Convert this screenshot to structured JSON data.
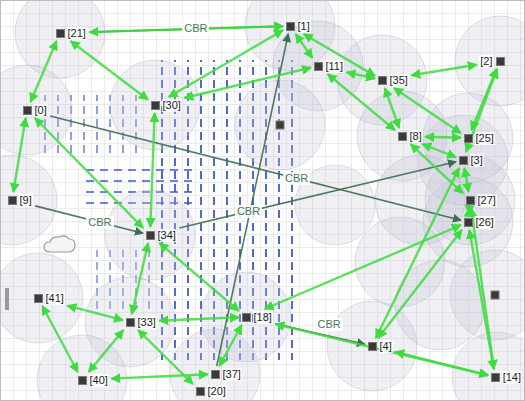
{
  "diagram": {
    "nodes": [
      {
        "text": [
          "[21]"
        ]
      },
      {
        "text": [
          "[1]"
        ]
      },
      {
        "text": [
          "[2]"
        ]
      },
      {
        "text": [
          "[0]"
        ]
      },
      {
        "text": [
          "[9]"
        ]
      },
      {
        "text": [
          "[34]"
        ]
      },
      {
        "text": [
          "[41]"
        ]
      },
      {
        "text": [
          "[33]"
        ]
      },
      {
        "text": [
          "[40]"
        ]
      },
      {
        "text": [
          "[37]"
        ]
      },
      {
        "text": [
          "[20]"
        ]
      },
      {
        "text": [
          "[18]"
        ]
      },
      {
        "text": [
          "[4]"
        ]
      },
      {
        "text": [
          "[14]"
        ]
      },
      {
        "text": [
          "[26]"
        ]
      },
      {
        "text": [
          "[27]"
        ]
      },
      {
        "text": [
          "[3]"
        ]
      },
      {
        "text": [
          "[25]"
        ]
      },
      {
        "text": [
          "[35]"
        ]
      },
      {
        "text": [
          "[11]"
        ]
      },
      {
        "text": [
          "[30]"
        ]
      },
      {
        "text": [
          "[8]"
        ]
      }
    ],
    "edges": [
      {
        "from": 0,
        "to": 1,
        "label": "CBR",
        "arrow": "to"
      },
      {
        "from": 4,
        "to": 5,
        "label": "CBR",
        "arrow": "to"
      },
      {
        "from": 3,
        "to": 14,
        "label": "CBR",
        "arrow": "to"
      },
      {
        "from": 5,
        "to": 16,
        "label": "CBR",
        "arrow": "to"
      },
      {
        "from": 11,
        "to": 12,
        "label": "CBR",
        "arrow": "to"
      },
      {
        "from": 9,
        "to": 1,
        "arrow": "to"
      },
      {
        "from": 0,
        "to": 3,
        "arrow": "both"
      },
      {
        "from": 0,
        "to": 20,
        "arrow": "both"
      },
      {
        "from": 0,
        "to": 1,
        "arrow": "both"
      },
      {
        "from": 1,
        "to": 19,
        "arrow": "both"
      },
      {
        "from": 1,
        "to": 18,
        "arrow": "both"
      },
      {
        "from": 19,
        "to": 18,
        "arrow": "both"
      },
      {
        "from": 1,
        "to": 20,
        "arrow": "both"
      },
      {
        "from": 18,
        "to": 2,
        "arrow": "both"
      },
      {
        "from": 18,
        "to": 17,
        "arrow": "both"
      },
      {
        "from": 2,
        "to": 17,
        "arrow": "both"
      },
      {
        "from": 2,
        "to": 16,
        "arrow": "both"
      },
      {
        "from": 17,
        "to": 21,
        "arrow": "both"
      },
      {
        "from": 21,
        "to": 16,
        "arrow": "both"
      },
      {
        "from": 16,
        "to": 15,
        "arrow": "both"
      },
      {
        "from": 15,
        "to": 14,
        "arrow": "both"
      },
      {
        "from": 14,
        "to": 13,
        "arrow": "both"
      },
      {
        "from": 18,
        "to": 21,
        "arrow": "both"
      },
      {
        "from": 19,
        "to": 21,
        "arrow": "both"
      },
      {
        "from": 21,
        "to": 15,
        "arrow": "both"
      },
      {
        "from": 14,
        "to": 12,
        "arrow": "both"
      },
      {
        "from": 12,
        "to": 13,
        "arrow": "both"
      },
      {
        "from": 13,
        "to": 11,
        "arrow": "both"
      },
      {
        "from": 11,
        "to": 7,
        "arrow": "both"
      },
      {
        "from": 7,
        "to": 6,
        "arrow": "both"
      },
      {
        "from": 7,
        "to": 8,
        "arrow": "both"
      },
      {
        "from": 7,
        "to": 10,
        "arrow": "both"
      },
      {
        "from": 8,
        "to": 9,
        "arrow": "both"
      },
      {
        "from": 9,
        "to": 11,
        "arrow": "both"
      },
      {
        "from": 5,
        "to": 7,
        "arrow": "both"
      },
      {
        "from": 5,
        "to": 11,
        "arrow": "both"
      },
      {
        "from": 3,
        "to": 5,
        "arrow": "both"
      },
      {
        "from": 20,
        "to": 5,
        "arrow": "both"
      },
      {
        "from": 3,
        "to": 4,
        "arrow": "both"
      },
      {
        "from": 11,
        "to": 14,
        "arrow": "both"
      },
      {
        "from": 12,
        "to": 16,
        "arrow": "both"
      },
      {
        "from": 15,
        "to": 13,
        "arrow": "both"
      },
      {
        "from": 6,
        "to": 8,
        "arrow": "both"
      },
      {
        "from": 20,
        "to": 19,
        "arrow": "both"
      }
    ]
  }
}
